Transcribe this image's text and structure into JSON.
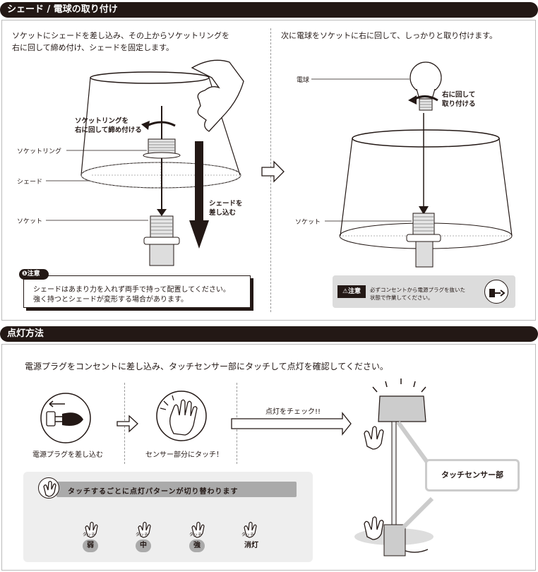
{
  "section1": {
    "title": "シェード / 電球の取り付け",
    "left": {
      "instruction_line1": "ソケットにシェードを差し込み、その上からソケットリングを",
      "instruction_line2": "右に回して締め付け、シェードを固定します。",
      "callout_ring_line1": "ソケットリングを",
      "callout_ring_line2": "右に回して締め付ける",
      "label_ring": "ソケットリング",
      "label_shade": "シェード",
      "label_socket": "ソケット",
      "callout_insert_line1": "シェードを",
      "callout_insert_line2": "差し込む",
      "caution_title": "注意",
      "caution_line1": "シェードはあまり力を入れず両手で持って配置してください。",
      "caution_line2": "強く持つとシェードが変形する場合があります。"
    },
    "right": {
      "instruction": "次に電球をソケットに右に回して、しっかりと取り付けます。",
      "label_bulb": "電球",
      "callout_turn_line1": "右に回して",
      "callout_turn_line2": "取り付ける",
      "label_socket": "ソケット",
      "caution_title": "注意",
      "caution_line1": "必ずコンセントから電源プラグを抜いた",
      "caution_line2": "状態で作業してください。"
    }
  },
  "section2": {
    "title": "点灯方法",
    "instruction": "電源プラグをコンセントに差し込み、タッチセンサー部にタッチして点灯を確認してください。",
    "step1_label": "電源プラグを差し込む",
    "step2_label": "センサー部分にタッチ！",
    "check_label": "点灯をチェック!!",
    "sensor_label": "タッチセンサー部",
    "pattern_title": "タッチするごとに点灯パターンが切り替わります",
    "touch_label": "タッチ",
    "modes": [
      "弱",
      "中",
      "強",
      "消灯"
    ]
  }
}
